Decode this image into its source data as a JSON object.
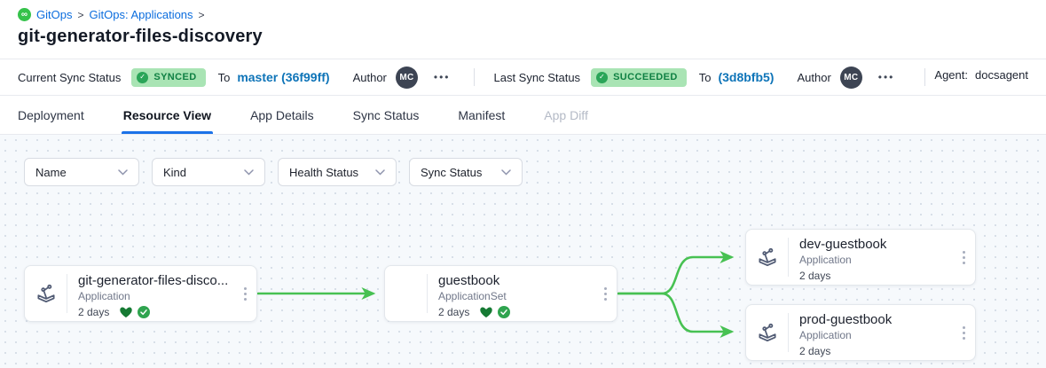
{
  "breadcrumb": {
    "separator": ">",
    "items": [
      {
        "label": "GitOps"
      },
      {
        "label": "GitOps: Applications"
      }
    ]
  },
  "page_title": "git-generator-files-discovery",
  "icons": {
    "infinity": "∞",
    "check": "✓",
    "more_horizontal": "•••"
  },
  "status_bar": {
    "current": {
      "label": "Current Sync Status",
      "badge": "SYNCED",
      "to_label": "To",
      "commit": "master (36f99ff)",
      "author_label": "Author",
      "avatar_initials": "MC"
    },
    "last": {
      "label": "Last Sync Status",
      "badge": "SUCCEEDED",
      "to_label": "To",
      "commit": "(3d8bfb5)",
      "author_label": "Author",
      "avatar_initials": "MC"
    },
    "agent": {
      "label": "Agent:",
      "value": "docsagent"
    }
  },
  "tabs": [
    {
      "label": "Deployment"
    },
    {
      "label": "Resource View"
    },
    {
      "label": "App Details"
    },
    {
      "label": "Sync Status"
    },
    {
      "label": "Manifest"
    },
    {
      "label": "App Diff"
    }
  ],
  "filters": [
    {
      "label": "Name"
    },
    {
      "label": "Kind"
    },
    {
      "label": "Health Status"
    },
    {
      "label": "Sync Status"
    }
  ],
  "graph": {
    "nodes": [
      {
        "title": "git-generator-files-disco...",
        "kind": "Application",
        "age": "2 days"
      },
      {
        "title": "guestbook",
        "kind": "ApplicationSet",
        "age": "2 days"
      },
      {
        "title": "dev-guestbook",
        "kind": "Application",
        "age": "2 days"
      },
      {
        "title": "prod-guestbook",
        "kind": "Application",
        "age": "2 days"
      }
    ],
    "colors": {
      "edge_green": "#47c152",
      "health_heart": "#167a33",
      "sync_check": "#2fa44f",
      "badge_bg": "#a9e4b4",
      "badge_text": "#0f8043",
      "link_blue": "#0b6dde",
      "commit_blue": "#0e74b8",
      "tab_underline": "#1b72e8",
      "avatar_bg": "#3d4453",
      "brand_green": "#35c24a"
    }
  }
}
